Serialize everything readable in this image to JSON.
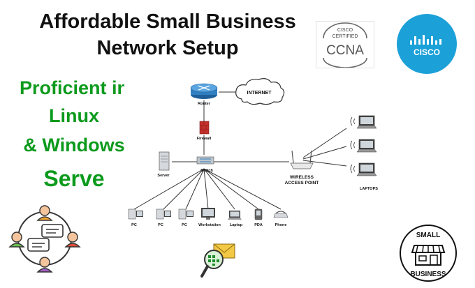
{
  "headline": {
    "line1": "Affordable Small Business",
    "line2": "Network Setup"
  },
  "skills": {
    "line1": "Proficient in",
    "line2": "Linux",
    "line3": "& Windows",
    "line4": "Serve"
  },
  "badges": {
    "ccna_top": "CISCO",
    "ccna_mid": "CERTIFIED",
    "ccna_main": "CCNA",
    "cisco_logo": "CISCO"
  },
  "network": {
    "internet": "INTERNET",
    "router": "Router",
    "firewall": "Firewall",
    "server": "Server",
    "switch": "Switch",
    "wap_line1": "WIRELESS",
    "wap_line2": "ACCESS POINT",
    "laptops": "LAPTOPS",
    "devices": [
      "PC",
      "PC",
      "PC",
      "Workstation",
      "Laptop",
      "PDA",
      "Phone"
    ]
  },
  "small_business": {
    "top": "SMALL",
    "bottom": "BUSINESS"
  },
  "colors": {
    "green": "#0c9a1c",
    "cisco_blue": "#1ba0d7",
    "router_blue": "#2f7fc1",
    "firewall_red": "#c4302b"
  }
}
